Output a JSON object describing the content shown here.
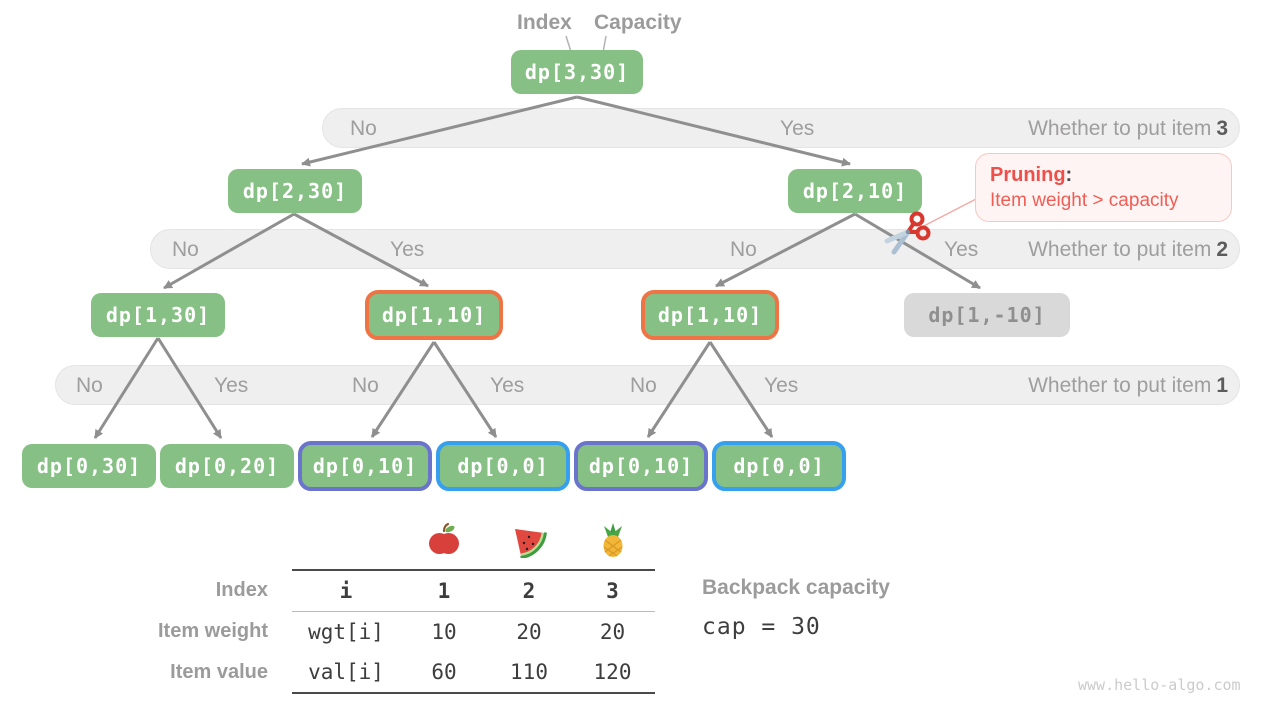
{
  "root_labels": {
    "index": "Index",
    "capacity": "Capacity"
  },
  "tree": {
    "nodes": [
      {
        "label": "dp[3,30]",
        "variant": "green"
      },
      {
        "label": "dp[2,30]",
        "variant": "green"
      },
      {
        "label": "dp[2,10]",
        "variant": "green"
      },
      {
        "label": "dp[1,30]",
        "variant": "green"
      },
      {
        "label": "dp[1,10]",
        "variant": "orange-border"
      },
      {
        "label": "dp[1,10]",
        "variant": "orange-border"
      },
      {
        "label": "dp[1,-10]",
        "variant": "gray"
      },
      {
        "label": "dp[0,30]",
        "variant": "green"
      },
      {
        "label": "dp[0,20]",
        "variant": "green"
      },
      {
        "label": "dp[0,10]",
        "variant": "purple-border"
      },
      {
        "label": "dp[0,0]",
        "variant": "blue-border"
      },
      {
        "label": "dp[0,10]",
        "variant": "purple-border"
      },
      {
        "label": "dp[0,0]",
        "variant": "blue-border"
      }
    ]
  },
  "bands": [
    {
      "decisions": [
        "No",
        "Yes"
      ],
      "question": "Whether to put item",
      "item": "3"
    },
    {
      "decisions": [
        "No",
        "Yes",
        "No",
        "Yes"
      ],
      "question": "Whether to put item",
      "item": "2"
    },
    {
      "decisions": [
        "No",
        "Yes",
        "No",
        "Yes",
        "No",
        "Yes"
      ],
      "question": "Whether to put item",
      "item": "1"
    }
  ],
  "pruning": {
    "title": "Pruning",
    "colon": ":",
    "text": "Item weight > capacity"
  },
  "icons": [
    "scissors-icon",
    "apple-icon",
    "watermelon-icon",
    "pineapple-icon"
  ],
  "table": {
    "row_labels": [
      "Index",
      "Item weight",
      "Item value"
    ],
    "rows": [
      [
        "i",
        "1",
        "2",
        "3"
      ],
      [
        "wgt[i]",
        "10",
        "20",
        "20"
      ],
      [
        "val[i]",
        "60",
        "110",
        "120"
      ]
    ]
  },
  "capacity_info": {
    "label": "Backpack capacity",
    "value": "cap = 30"
  },
  "watermark": "www.hello-algo.com",
  "colors": {
    "node_green": "#86c085",
    "node_gray": "#d9d9d9",
    "highlight_orange": "#ee7445",
    "highlight_purple": "#6b74cb",
    "highlight_blue": "#36a0ee",
    "pruning_red": "#ef4f4a",
    "band_gray": "#f0efef",
    "edge_gray": "#8f8f8f"
  }
}
